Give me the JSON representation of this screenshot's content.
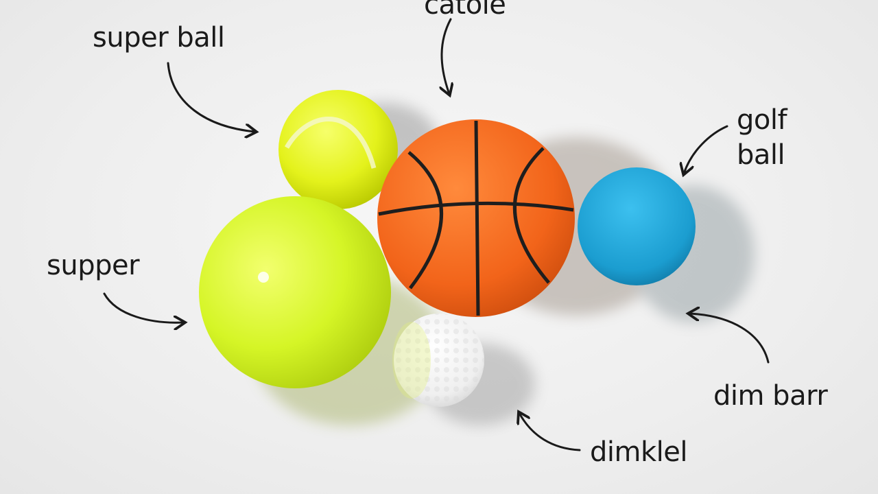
{
  "annotations": {
    "top_left": "super ball",
    "top_center": "catole",
    "right_upper_line1": "golf",
    "right_upper_line2": "ball",
    "left_middle": "supper",
    "right_lower": "dim barr",
    "bottom_center": "dimklel"
  },
  "colors": {
    "background": "#eeeeee",
    "tennis_ball": "#e4f21c",
    "basketball": "#f26a1f",
    "blue_ball": "#1fa6d6",
    "lime_ball": "#cdf020",
    "golf_ball": "#f4f4f4",
    "ink": "#1a1a1a"
  }
}
